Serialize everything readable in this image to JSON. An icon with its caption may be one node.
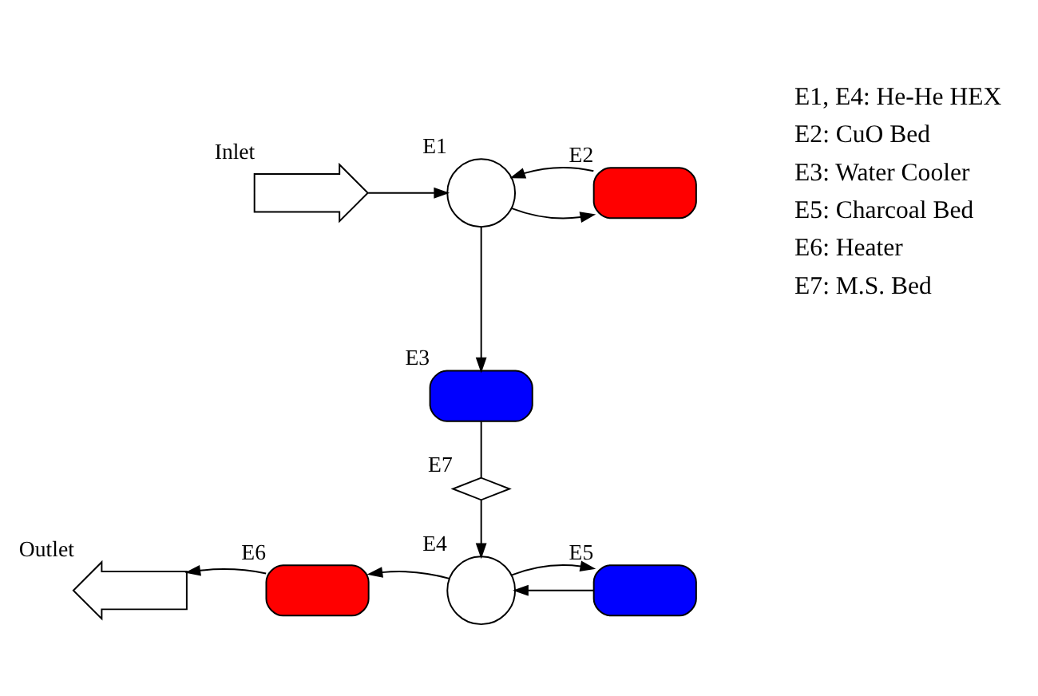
{
  "diagram": {
    "nodes": [
      {
        "text": [],
        "shape": "arrow",
        "beside": [
          "Inlet"
        ]
      },
      {
        "text": [],
        "shape": "circle",
        "beside": [
          "E1"
        ]
      },
      {
        "text": [],
        "shape": "box",
        "beside": [
          "E2"
        ]
      },
      {
        "text": [],
        "shape": "box",
        "beside": [
          "E3"
        ]
      },
      {
        "text": [],
        "shape": "valve",
        "beside": [
          "E7"
        ]
      },
      {
        "text": [],
        "shape": "circle",
        "beside": [
          "E4"
        ]
      },
      {
        "text": [],
        "shape": "box",
        "beside": [
          "E5"
        ]
      },
      {
        "text": [],
        "shape": "box",
        "beside": [
          "E6"
        ]
      },
      {
        "text": [],
        "shape": "arrow",
        "beside": [
          "Outlet"
        ]
      }
    ],
    "edges": [
      {
        "from": 0,
        "to": 1,
        "arrow": "to"
      },
      {
        "from": 1,
        "to": 2,
        "arrow": "to"
      },
      {
        "from": 2,
        "to": 1,
        "arrow": "to"
      },
      {
        "from": 1,
        "to": 3,
        "arrow": "to"
      },
      {
        "from": 3,
        "to": 4,
        "arrow": "none"
      },
      {
        "from": 4,
        "to": 5,
        "arrow": "to"
      },
      {
        "from": 6,
        "to": 5,
        "arrow": "to"
      },
      {
        "from": 5,
        "to": 6,
        "arrow": "to"
      },
      {
        "from": 5,
        "to": 7,
        "arrow": "to"
      },
      {
        "from": 7,
        "to": 8,
        "arrow": "to"
      }
    ],
    "labels": [
      "E1, E4: He-He HEX",
      "E2: CuO Bed",
      "E3: Water Cooler",
      "E5: Charcoal Bed",
      "E6: Heater",
      "E7: M.S. Bed"
    ]
  }
}
